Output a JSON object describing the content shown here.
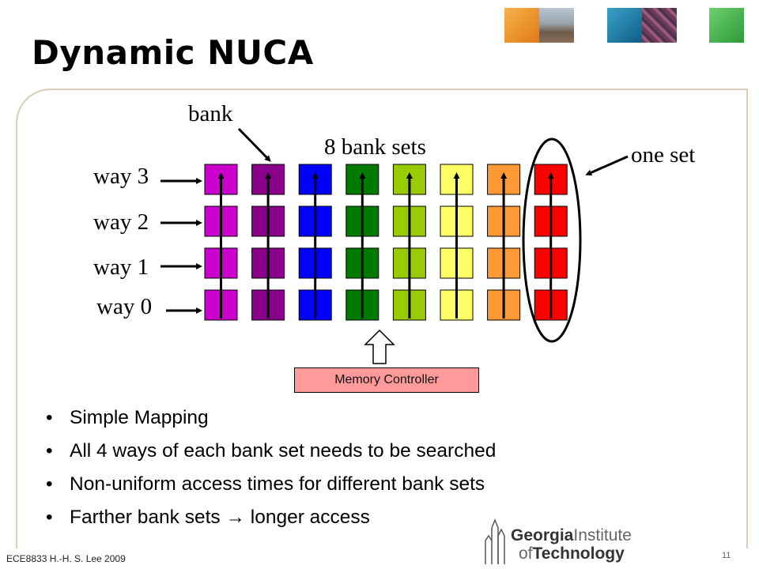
{
  "slide": {
    "title": "Dynamic NUCA",
    "footer": "ECE8833 H.-H. S. Lee 2009",
    "page_number": "11"
  },
  "diagram": {
    "bank_label": "bank",
    "bank_sets_label": "8 bank sets",
    "one_set_label": "one set",
    "ways": [
      "way 3",
      "way 2",
      "way 1",
      "way 0"
    ],
    "bank_set_colors": [
      "#cc00cc",
      "#8b008b",
      "#0000ff",
      "#007a00",
      "#99cc00",
      "#ffff66",
      "#ff9933",
      "#ff0000"
    ],
    "memory_controller": "Memory Controller"
  },
  "bullets": [
    "Simple Mapping",
    "All 4 ways of each bank set needs to be searched",
    "Non-uniform access times for different bank sets",
    "Farther bank sets → longer access"
  ],
  "logo": {
    "line1_bold": "Georgia",
    "line1_light": "Institute",
    "line2_light": "of",
    "line2_bold": "Technology"
  }
}
